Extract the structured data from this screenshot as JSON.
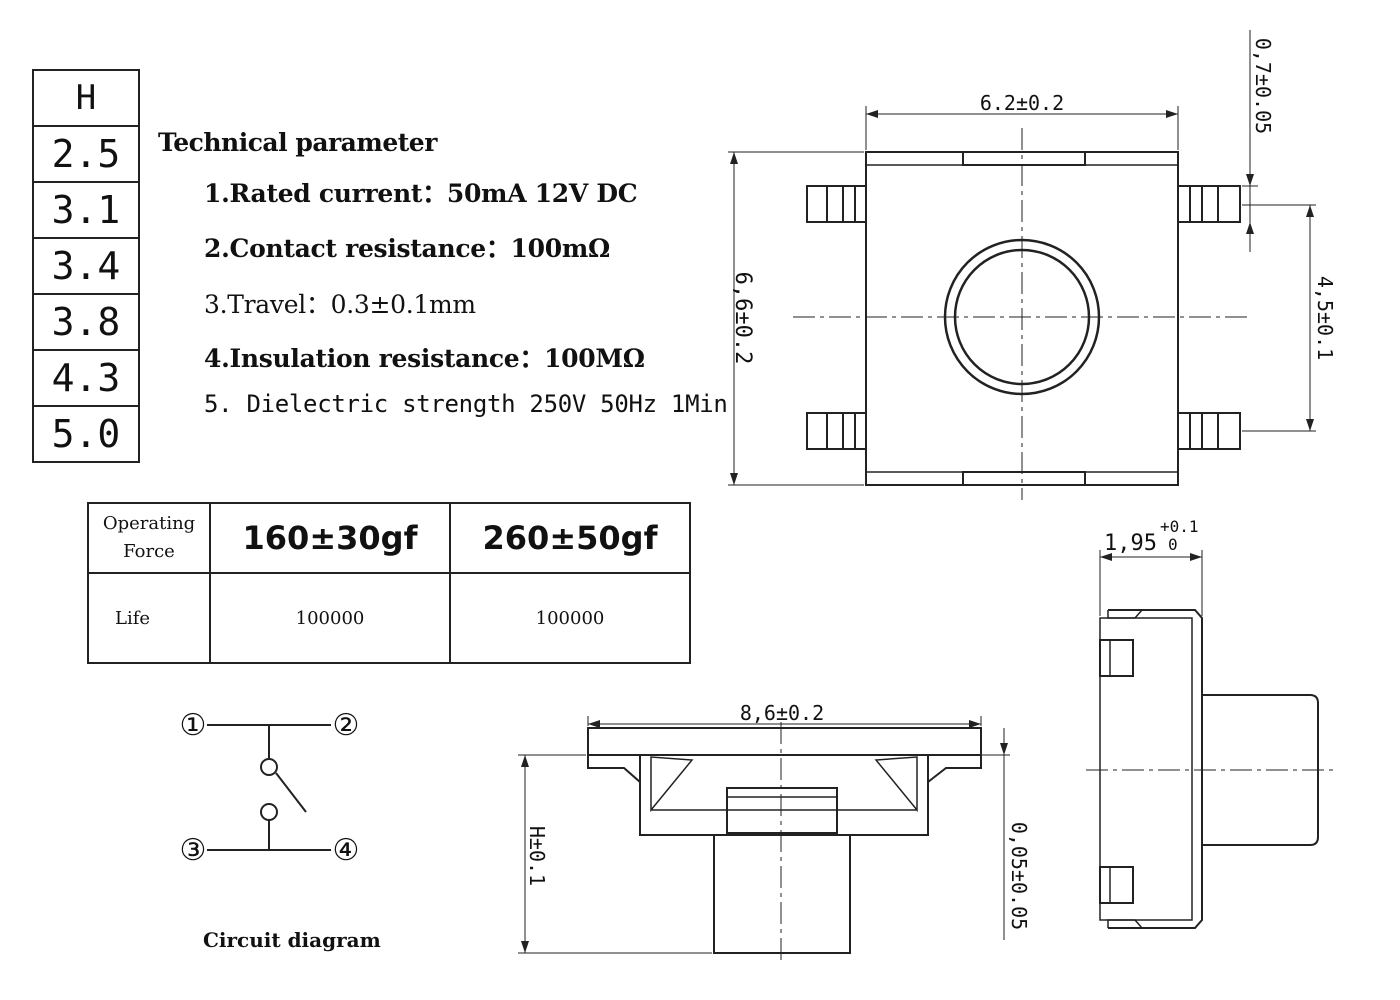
{
  "h_table": {
    "header": "H",
    "values": [
      "2.5",
      "3.1",
      "3.4",
      "3.8",
      "4.3",
      "5.0"
    ]
  },
  "tech": {
    "title": "Technical parameter",
    "items": [
      "1.Rated current：50mA 12V DC",
      "2.Contact resistance：100mΩ",
      "3.Travel：0.3±0.1mm",
      "4.Insulation resistance：100MΩ",
      "5. Dielectric strength 250V 50Hz 1Min"
    ]
  },
  "force_table": {
    "label_line1": "Operating",
    "label_line2": "Force",
    "force_a": "160±30gf",
    "force_b": "260±50gf",
    "life_label": "Life",
    "life_a": "100000",
    "life_b": "100000"
  },
  "circuit": {
    "caption": "Circuit diagram",
    "pins": [
      "①",
      "②",
      "③",
      "④"
    ]
  },
  "dims": {
    "top_width": "6.2±0.2",
    "top_height": "6,6±0.2",
    "pin_gap": "0,7±0.05",
    "pin_pitch": "4,5±0.1",
    "front_width": "8,6±0.2",
    "front_height": "H±0.1",
    "front_offset": "0,05±0.05",
    "side_width": "1,95",
    "side_tol_upper": "+0.1",
    "side_tol_lower": "0"
  }
}
